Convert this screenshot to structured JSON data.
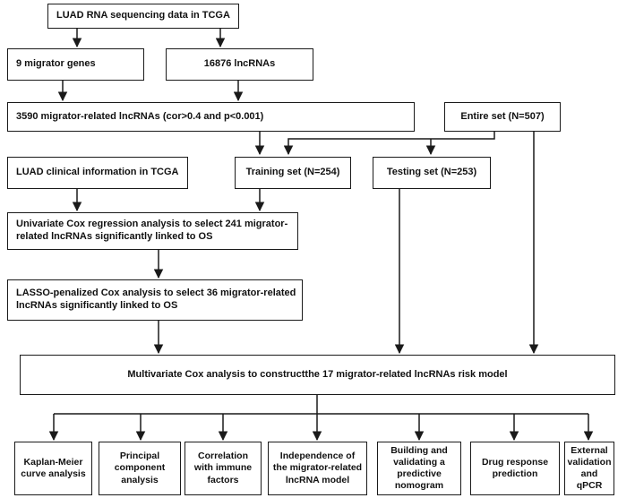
{
  "nodes": {
    "tcga_rna": "LUAD RNA sequencing data in TCGA",
    "migrator_genes": "9 migrator genes",
    "lncrnas": "16876 lncRNAs",
    "migrator_related": "3590 migrator-related lncRNAs (cor>0.4 and p<0.001)",
    "entire_set": "Entire set (N=507)",
    "clinical": "LUAD clinical information in TCGA",
    "training": "Training set (N=254)",
    "testing": "Testing set (N=253)",
    "univariate": "Univariate Cox regression analysis to select 241 migrator-\nrelated lncRNAs significantly linked to OS",
    "lasso": "LASSO-penalized Cox analysis to select 36 migrator-related\nlncRNAs significantly linked to OS",
    "multivariate": "Multivariate Cox analysis to constructthe 17 migrator-related lncRNAs risk model"
  },
  "outcomes": [
    "Kaplan-Meier\ncurve analysis",
    "Principal\ncomponent\nanalysis",
    "Correlation\nwith immune\nfactors",
    "Independence of\nthe migrator-related\nlncRNA model",
    "Building and\nvalidating a\npredictive\nnomogram",
    "Drug response\nprediction",
    "External\nvalidation\nand qPCR"
  ],
  "colors": {
    "stroke": "#1a1a1a",
    "text": "#111111",
    "background": "#ffffff"
  }
}
